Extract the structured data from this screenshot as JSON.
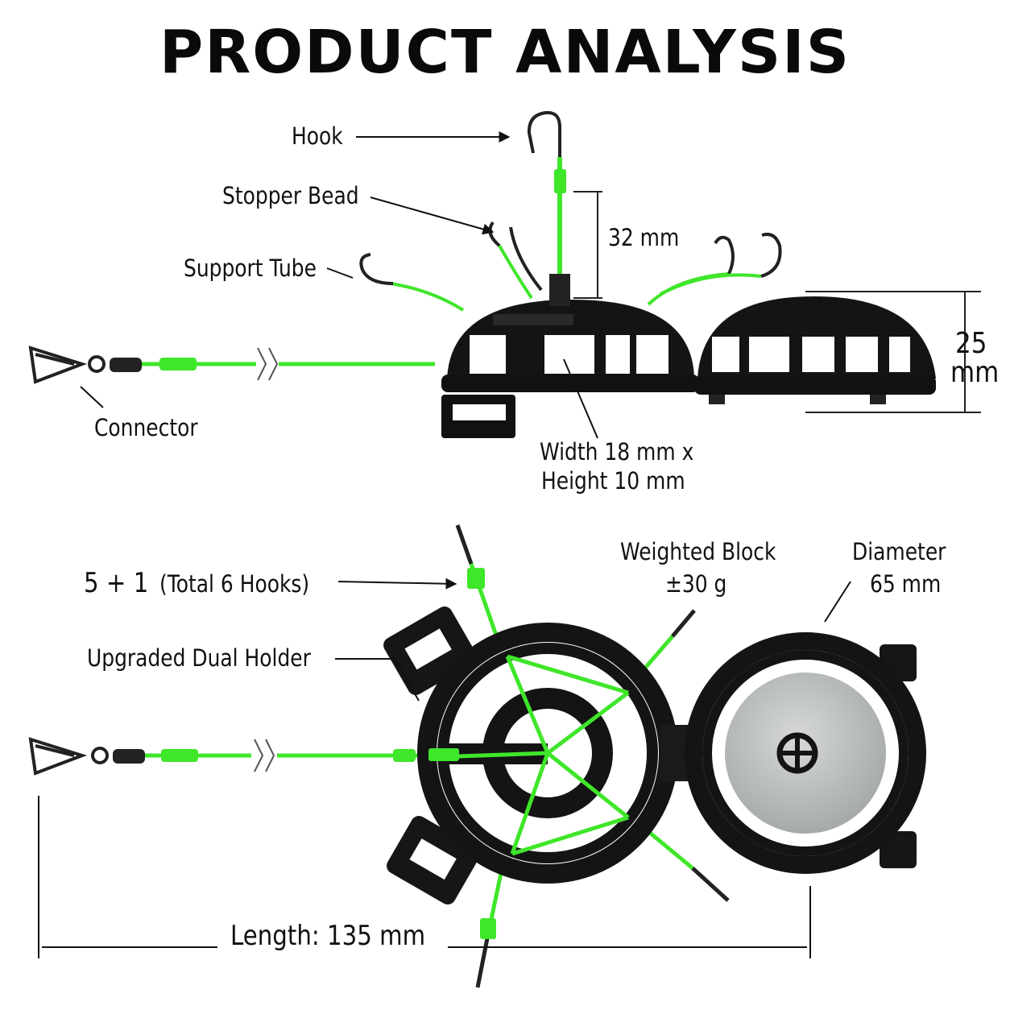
{
  "title": "PRODUCT ANALYSIS",
  "side_view": {
    "hook": "Hook",
    "stopper_bead": "Stopper Bead",
    "support_tube": "Support Tube",
    "connector": "Connector",
    "hook_height": "32 mm",
    "height_value": "25",
    "height_unit": "mm",
    "window_size_line1": "Width 18 mm x",
    "window_size_line2": "Height 10 mm"
  },
  "top_view": {
    "hook_count_prefix": "5 + 1",
    "hook_count_suffix": "(Total 6 Hooks)",
    "dual_holder": "Upgraded Dual Holder",
    "weighted_block_line1": "Weighted Block",
    "weighted_block_line2": "±30 g",
    "diameter_line1": "Diameter",
    "diameter_line2": "65 mm",
    "length": "Length: 135 mm"
  },
  "colors": {
    "line_green": "#3fe62a",
    "body_black": "#141414",
    "weight_gray": "#b9bcbd",
    "text": "#111111"
  }
}
